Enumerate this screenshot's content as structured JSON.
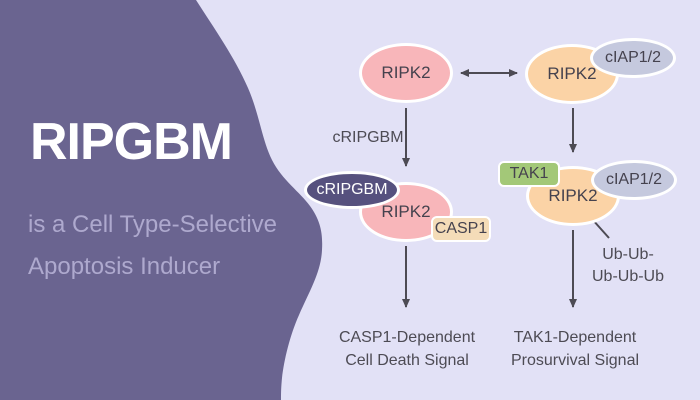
{
  "colors": {
    "background": "#e2e1f6",
    "blob": "#6a6490",
    "title": "#ffffff",
    "subtitle": "#aea9ce",
    "pink": "#f8b6ba",
    "orange": "#fbd3a6",
    "gray_blue": "#c5c9de",
    "dark_purple": "#56517e",
    "green": "#a3c878",
    "cream": "#f4dcb8",
    "ink": "#4d4b54",
    "shape_text": "#45424e"
  },
  "banner": {
    "title": "RIPGBM",
    "subtitle_line1": "is a Cell Type-Selective",
    "subtitle_line2": "Apoptosis Inducer"
  },
  "diagram": {
    "free_ripk2": "RIPK2",
    "bound_ripk2": "RIPK2",
    "ciap_top": "cIAP1/2",
    "arrow_label": "cRIPGBM",
    "death_complex": {
      "inhibitor": "cRIPGBM",
      "kinase": "RIPK2",
      "effector": "CASP1"
    },
    "survival_complex": {
      "kinase": "RIPK2",
      "partner": "cIAP1/2",
      "effector": "TAK1"
    },
    "ubiquitin": {
      "line1": "Ub-Ub-",
      "line2": "Ub-Ub-Ub"
    },
    "death_outcome": {
      "line1": "CASP1-Dependent",
      "line2": "Cell Death Signal"
    },
    "survival_outcome": {
      "line1": "TAK1-Dependent",
      "line2": "Prosurvival Signal"
    }
  }
}
